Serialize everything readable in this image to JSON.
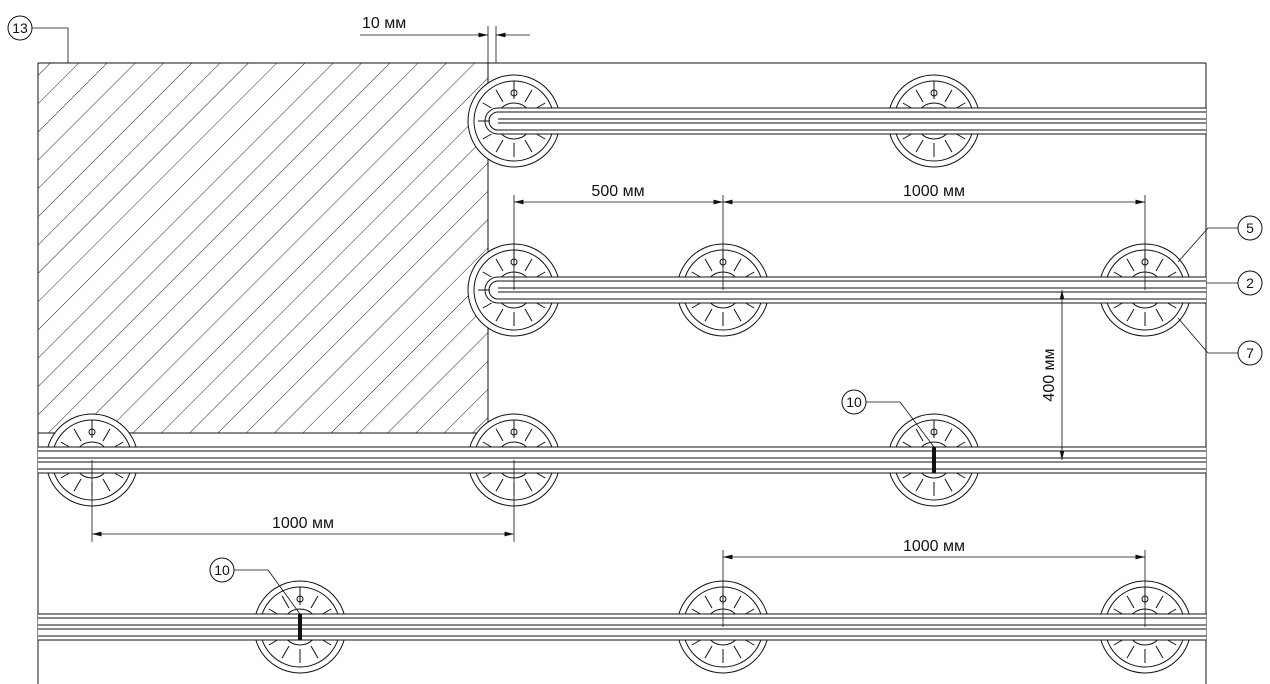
{
  "dimensions": {
    "gap": "10 мм",
    "spacing_500": "500 мм",
    "spacing_1000_row2": "1000 мм",
    "spacing_400": "400 мм",
    "spacing_1000_row3": "1000 мм",
    "spacing_1000_row4": "1000 мм"
  },
  "callouts": {
    "c13": "13",
    "c5": "5",
    "c2": "2",
    "c7": "7",
    "c10a": "10",
    "c10b": "10"
  },
  "colors": {
    "line": "#111111",
    "background": "#ffffff"
  }
}
